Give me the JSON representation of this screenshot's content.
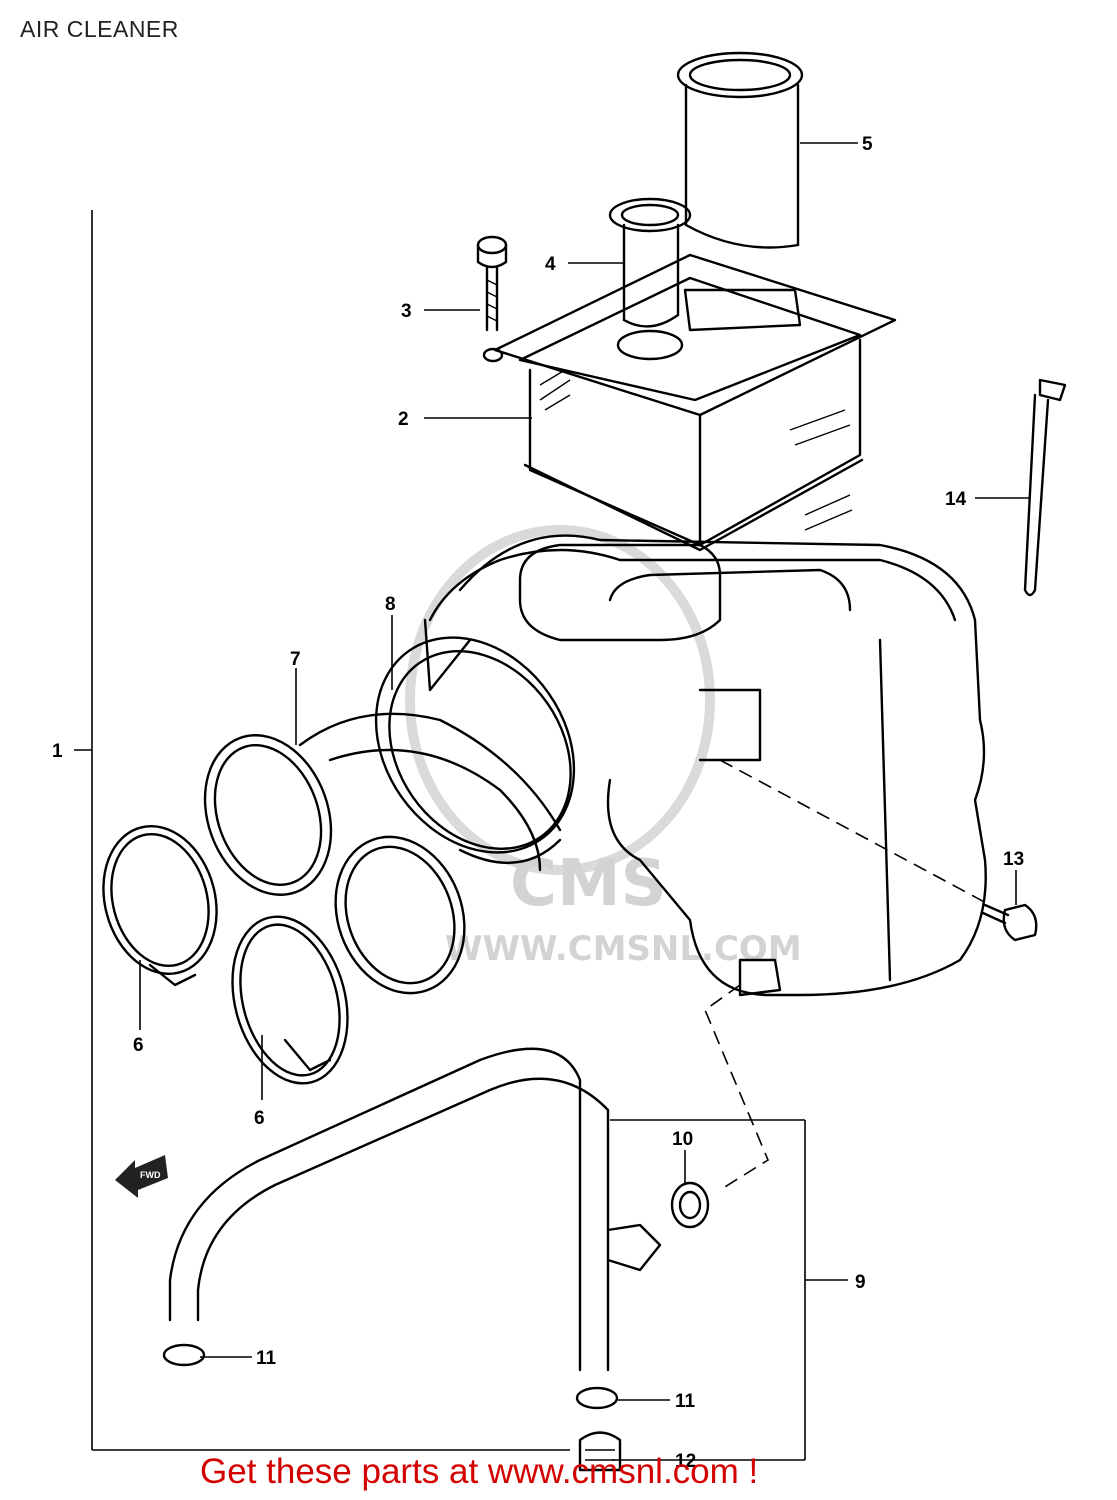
{
  "title": "AIR CLEANER",
  "footer": "Get these parts at www.cmsnl.com !",
  "watermark": {
    "logo": "CMS",
    "url": "WWW.CMSNL.COM"
  },
  "fwd_badge": "FWD",
  "callouts": [
    "1",
    "2",
    "3",
    "4",
    "5",
    "6",
    "6",
    "7",
    "8",
    "9",
    "10",
    "11",
    "11",
    "12",
    "13",
    "14"
  ],
  "colors": {
    "footer": "#d40000",
    "lines": "#000000",
    "watermark": "#cfcfcf"
  }
}
